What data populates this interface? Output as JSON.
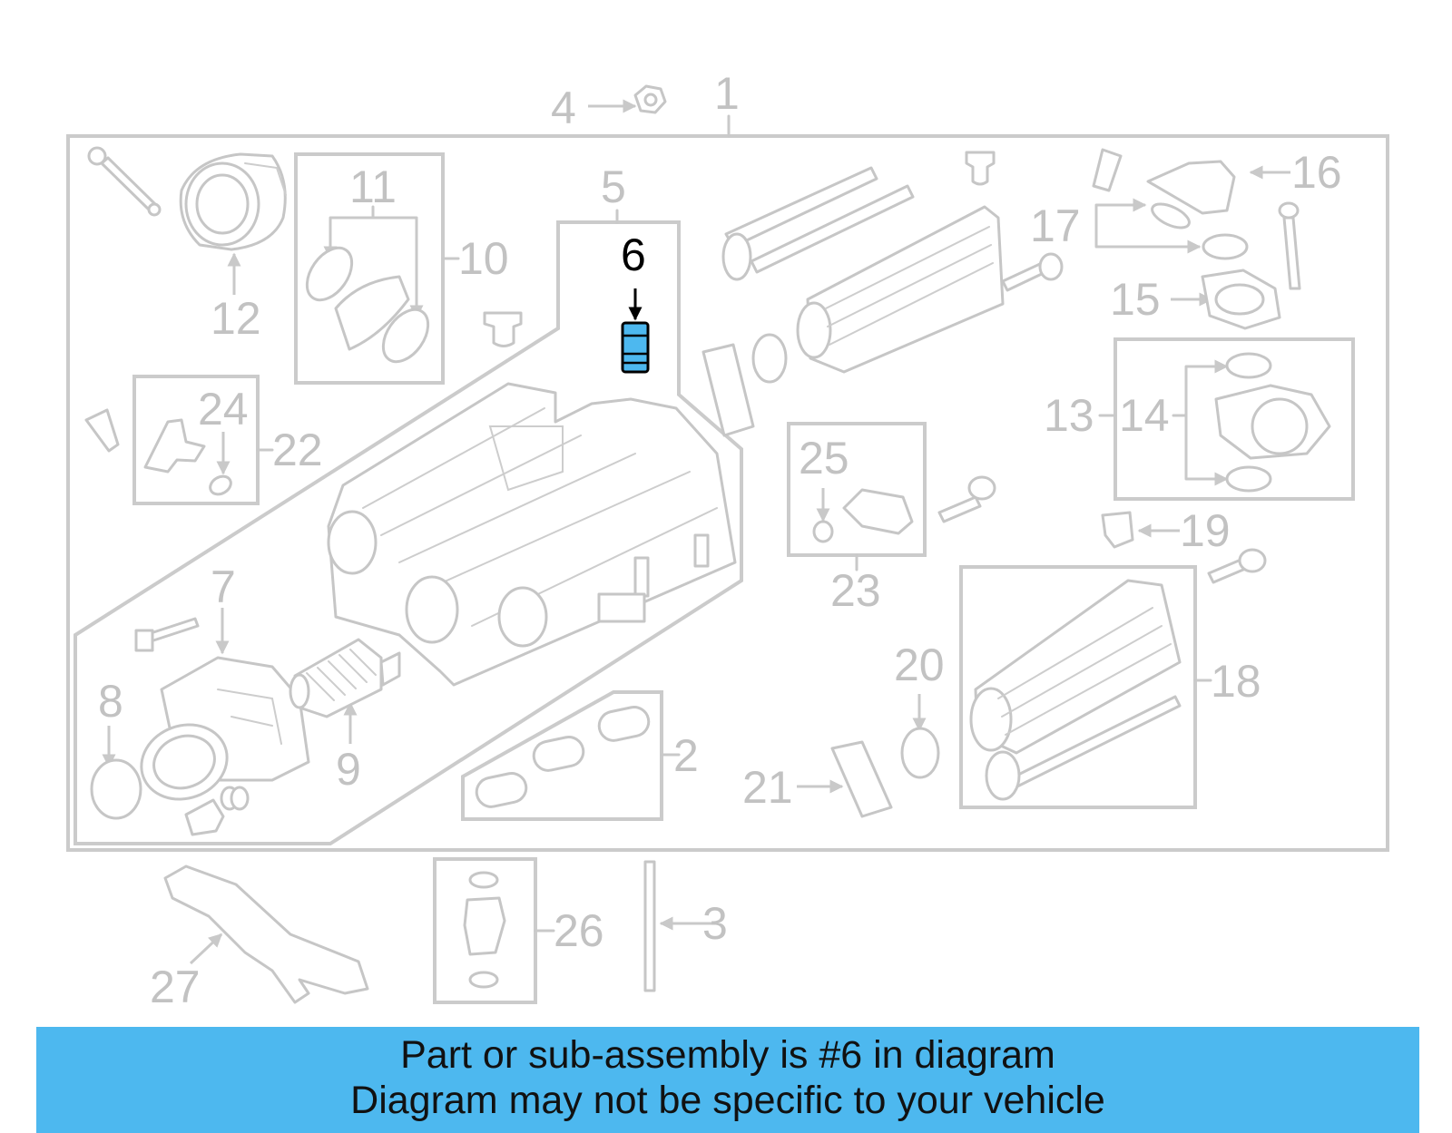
{
  "diagram": {
    "highlight_color": "#4db8ef",
    "callouts": [
      {
        "id": "c1",
        "text": "1"
      },
      {
        "id": "c2",
        "text": "2"
      },
      {
        "id": "c3",
        "text": "3"
      },
      {
        "id": "c4",
        "text": "4"
      },
      {
        "id": "c5",
        "text": "5"
      },
      {
        "id": "c6",
        "text": "6",
        "highlighted": true
      },
      {
        "id": "c7",
        "text": "7"
      },
      {
        "id": "c8",
        "text": "8"
      },
      {
        "id": "c9",
        "text": "9"
      },
      {
        "id": "c10",
        "text": "10"
      },
      {
        "id": "c11",
        "text": "11"
      },
      {
        "id": "c12",
        "text": "12"
      },
      {
        "id": "c13",
        "text": "13"
      },
      {
        "id": "c14",
        "text": "14"
      },
      {
        "id": "c15",
        "text": "15"
      },
      {
        "id": "c16",
        "text": "16"
      },
      {
        "id": "c17",
        "text": "17"
      },
      {
        "id": "c18",
        "text": "18"
      },
      {
        "id": "c19",
        "text": "19"
      },
      {
        "id": "c20",
        "text": "20"
      },
      {
        "id": "c21",
        "text": "21"
      },
      {
        "id": "c22",
        "text": "22"
      },
      {
        "id": "c23",
        "text": "23"
      },
      {
        "id": "c24",
        "text": "24"
      },
      {
        "id": "c25",
        "text": "25"
      },
      {
        "id": "c26",
        "text": "26"
      },
      {
        "id": "c27",
        "text": "27"
      }
    ]
  },
  "banner": {
    "line1": "Part or sub-assembly is #6 in diagram",
    "line2": "Diagram may not be specific to your vehicle",
    "background": "#4db8ef"
  }
}
